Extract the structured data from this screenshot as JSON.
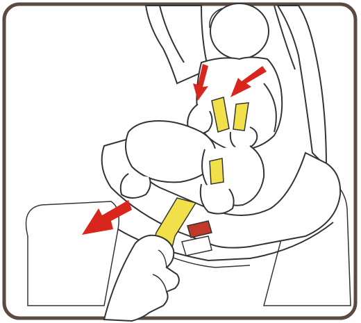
{
  "illustration": {
    "frame_color": "#5a4a40",
    "line_color": "#333333",
    "background_color": "#ffffff",
    "strap_color": "#f2e04a",
    "arrow_color": "#d9261c",
    "buckle_color": "#c0392b",
    "arrows": [
      {
        "name": "left-shoulder-arrow",
        "direction": "down"
      },
      {
        "name": "right-shoulder-arrow",
        "direction": "down-left"
      },
      {
        "name": "pull-direction-arrow",
        "direction": "left"
      }
    ],
    "icons": [
      "arrow-icon",
      "hand-icon",
      "car-seat-icon",
      "child-icon"
    ]
  }
}
